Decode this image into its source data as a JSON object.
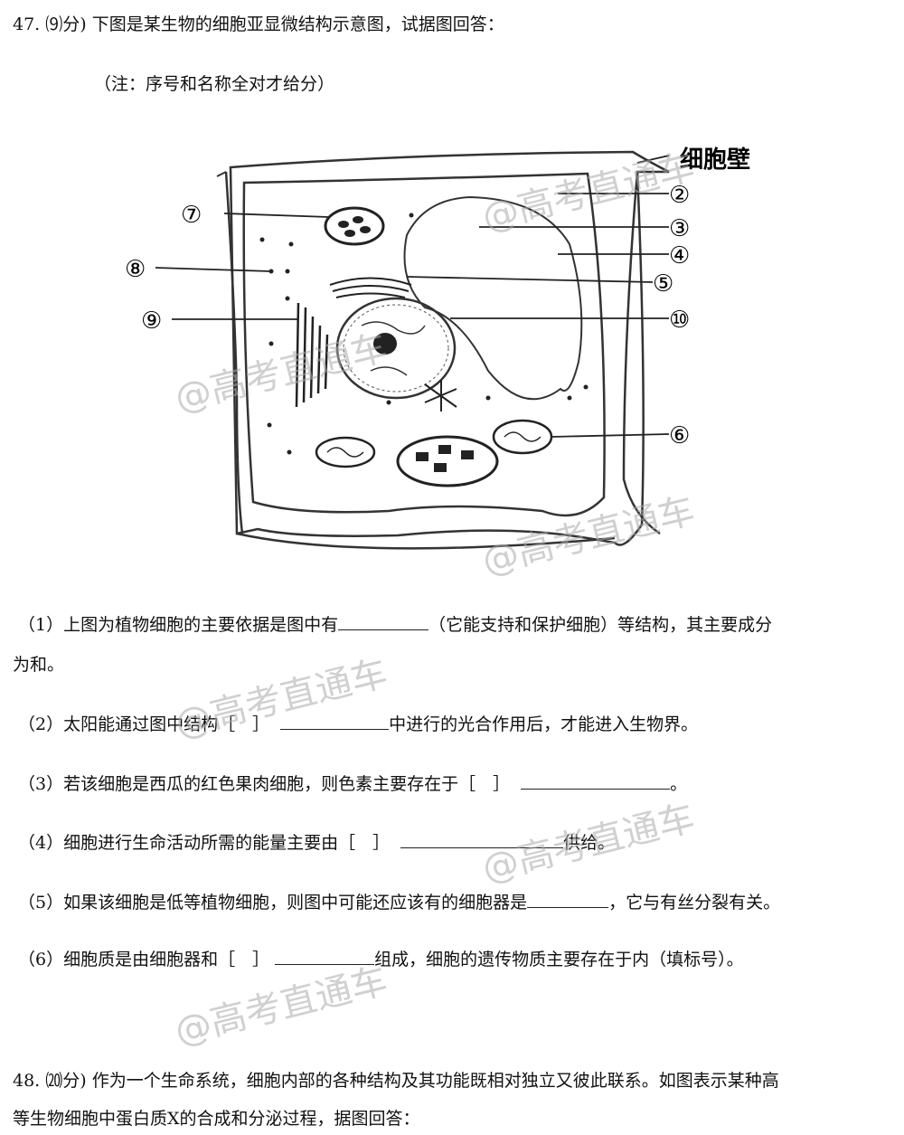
{
  "q47": {
    "header": "47. ⑼分) 下图是某生物的细胞亚显微结构示意图，试据图回答：",
    "note": "（注：序号和名称全对才给分）"
  },
  "diagram": {
    "wall_label": "细胞壁",
    "labels": {
      "n2": "②",
      "n3": "③",
      "n4": "④",
      "n5": "⑤",
      "n6": "⑥",
      "n7": "⑦",
      "n8": "⑧",
      "n9": "⑨",
      "n10": "⑩"
    }
  },
  "questions": {
    "q1a": "（1）上图为植物细胞的主要依据是图中有",
    "q1b": "（它能支持和保护细胞）等结构，其主要成分",
    "q1c": "为和。",
    "q2a": "（2）太阳能通过图中结构［　］",
    "q2b": "中进行的光合作用后，才能进入生物界。",
    "q3a": "（3）若该细胞是西瓜的红色果肉细胞，则色素主要存在于［　］",
    "q3b": "。",
    "q4a": "（4）细胞进行生命活动所需的能量主要由［　］",
    "q4b": "供给。",
    "q5a": "（5）如果该细胞是低等植物细胞，则图中可能还应该有的细胞器是",
    "q5b": "，它与有丝分裂有关。",
    "q6a": "（6）细胞质是由细胞器和［　］",
    "q6b": "组成，细胞的遗传物质主要存在于内（填标号）。"
  },
  "q48": {
    "line1": "48. ⒇分) 作为一个生命系统，细胞内部的各种结构及其功能既相对独立又彼此联系。如图表示某种高",
    "line2": "等生物细胞中蛋白质X的合成和分泌过程，据图回答："
  },
  "watermark": "@高考直通车"
}
